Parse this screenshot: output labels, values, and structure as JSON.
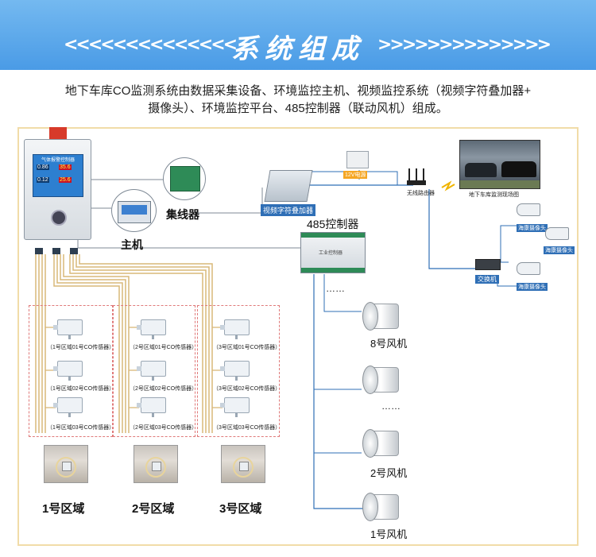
{
  "header": {
    "title": "系统组成",
    "left_chevrons": "<<<<<<<<<<<<<<",
    "right_chevrons": ">>>>>>>>>>>>>>"
  },
  "description": {
    "line1": "地下车库CO监测系统由数据采集设备、环境监控主机、视频监控系统（视频字符叠加器+",
    "line2": "摄像头）、环境监控平台、485控制器（联动风机）组成。"
  },
  "diagram": {
    "controller_title": "气体报警控制器",
    "readings": [
      "0.86",
      "35.6",
      "0.12",
      "25.6"
    ],
    "labels": {
      "concentrator": "集线器",
      "host": "主机",
      "video_overlay": "视频字符叠加器",
      "controller_485": "485控制器",
      "controller_485_panel": "工业控制器",
      "power": "12V电源",
      "router": "无线路由器",
      "switch": "交换机",
      "parking_caption": "地下车库监测现场图",
      "ellipsis": "……"
    },
    "cameras": [
      "海康摄像头",
      "海康摄像头",
      "海康摄像头"
    ],
    "zones": [
      {
        "name": "1号区域",
        "sensors": [
          "（1号区域01号CO传感器）",
          "（1号区域02号CO传感器）",
          "（1号区域03号CO传感器）"
        ]
      },
      {
        "name": "2号区域",
        "sensors": [
          "（2号区域01号CO传感器）",
          "（2号区域02号CO传感器）",
          "（2号区域03号CO传感器）"
        ]
      },
      {
        "name": "3号区域",
        "sensors": [
          "（3号区域01号CO传感器）",
          "（3号区域02号CO传感器）",
          "（3号区域03号CO传感器）"
        ]
      }
    ],
    "fans": [
      "8号风机",
      "2号风机",
      "1号风机"
    ]
  },
  "colors": {
    "banner": "#5aa6ea",
    "cable_gold": "#d9b878",
    "wire_blue": "#2f6fb6",
    "wire_gray": "#7f8a96",
    "zone_border": "#e07a7a",
    "frame_border": "#f1dca8"
  }
}
